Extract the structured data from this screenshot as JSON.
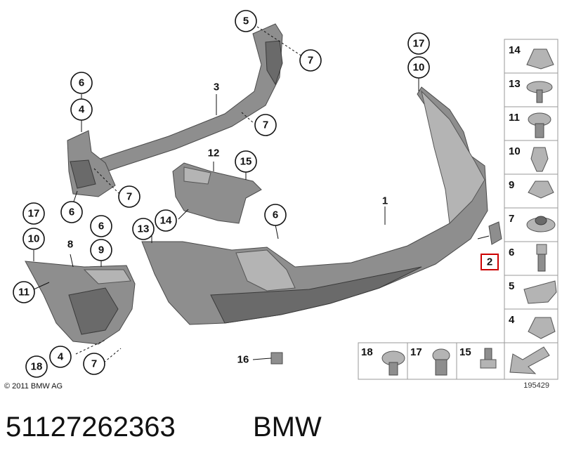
{
  "copyright": "© 2011 BMW AG",
  "diagram_number": "195429",
  "part_number": "51127262363",
  "brand": "BMW",
  "highlight_color": "#cc0000",
  "callouts": {
    "c5": "5",
    "c7a": "7",
    "c3": "3",
    "c7b": "7",
    "c6a": "6",
    "c4a": "4",
    "c7c": "7",
    "c6b": "6",
    "c12": "12",
    "c15": "15",
    "c14": "14",
    "c13": "13",
    "c6c": "6",
    "c1": "1",
    "c17a": "17",
    "c10a": "10",
    "c2": "2",
    "c17b": "17",
    "c10b": "10",
    "c6d": "6",
    "c8": "8",
    "c9": "9",
    "c11": "11",
    "c4b": "4",
    "c7d": "7",
    "c18": "18",
    "c16": "16"
  },
  "legend_right": [
    "14",
    "13",
    "11",
    "10",
    "9",
    "7",
    "6",
    "5",
    "4"
  ],
  "legend_bottom": [
    "18",
    "17",
    "15"
  ]
}
